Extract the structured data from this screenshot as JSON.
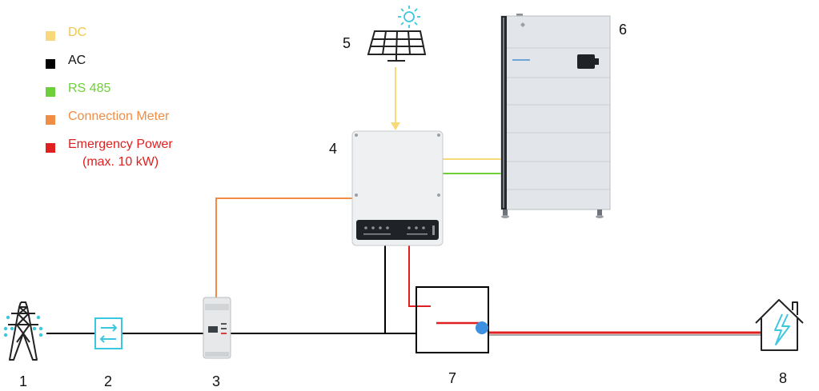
{
  "legend": [
    {
      "label": "DC",
      "color": "#f7d97a"
    },
    {
      "label": "AC",
      "color": "#000000"
    },
    {
      "label": "RS 485",
      "color": "#6fcf3a"
    },
    {
      "label": "Connection Meter",
      "color": "#ef8c45"
    },
    {
      "label": "Emergency Power",
      "label2": "(max. 10 kW)",
      "color": "#e02020"
    }
  ],
  "numbers": {
    "grid": "1",
    "switch": "2",
    "meter": "3",
    "inverter": "4",
    "solar": "5",
    "battery": "6",
    "backup_box": "7",
    "house": "8"
  },
  "colors": {
    "dc": "#f7d97a",
    "ac": "#000000",
    "rs485": "#6fcf3a",
    "meter": "#ef8c45",
    "emergency": "#e02020",
    "icon_cyan": "#3cc7e0",
    "dot_blue": "#3d8fe0"
  },
  "icons": [
    "grid-pylon-icon",
    "transfer-switch-icon",
    "energy-meter-icon",
    "hybrid-inverter-icon",
    "sun-icon",
    "solar-panel-icon",
    "battery-stack-icon",
    "backup-box-icon",
    "house-lightning-icon"
  ]
}
